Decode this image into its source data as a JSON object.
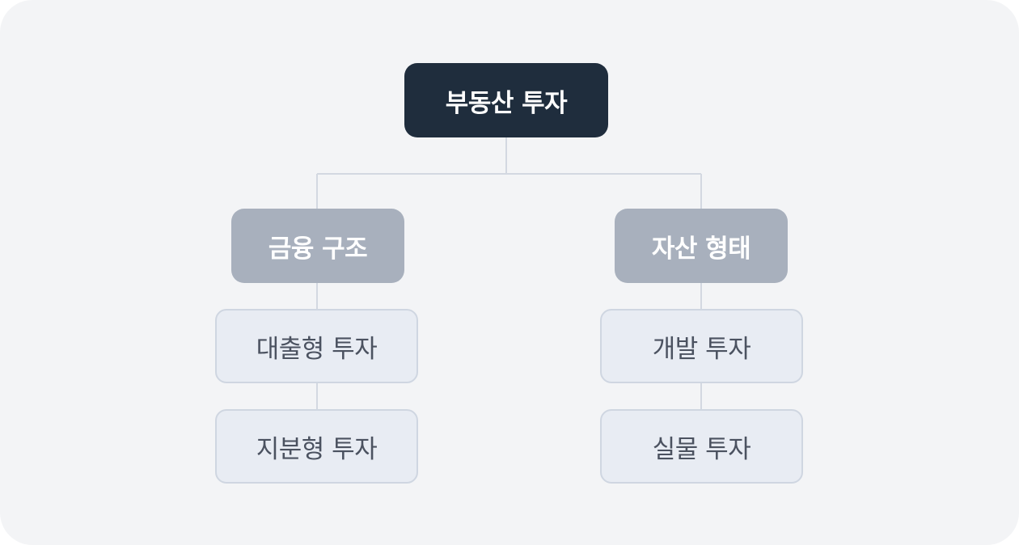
{
  "diagram": {
    "root": {
      "label": "부동산 투자"
    },
    "categories": [
      {
        "label": "금융 구조",
        "children": [
          {
            "label": "대출형 투자"
          },
          {
            "label": "지분형 투자"
          }
        ]
      },
      {
        "label": "자산 형태",
        "children": [
          {
            "label": "개발 투자"
          },
          {
            "label": "실물 투자"
          }
        ]
      }
    ]
  },
  "colors": {
    "background": "#f3f4f6",
    "root_fill": "#1f2d3d",
    "category_fill": "#a8b0bd",
    "leaf_fill": "#e8ecf3",
    "leaf_border": "#cfd6e1",
    "connector": "#d3d8e1"
  }
}
